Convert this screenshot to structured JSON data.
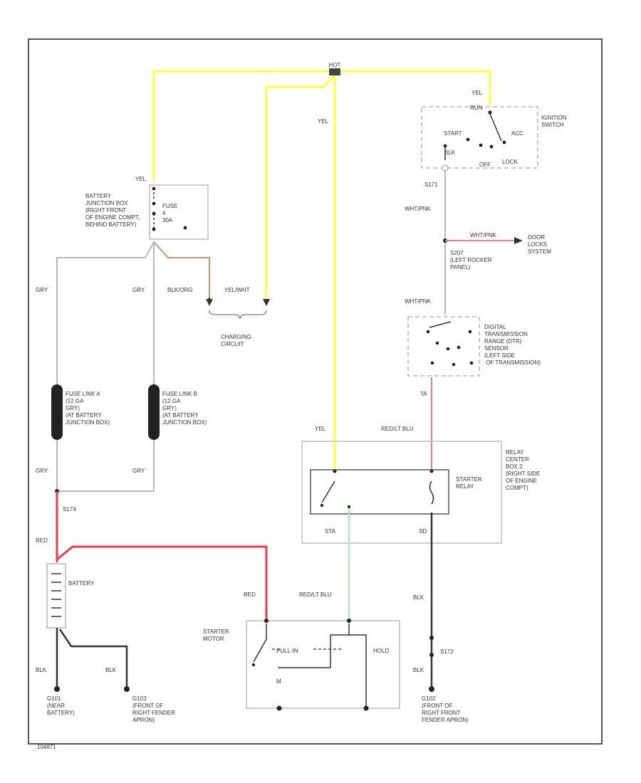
{
  "colors": {
    "yellow": "#ffff3a",
    "red": "#f2384a",
    "green": "#9ff09f",
    "brown": "#c8966e",
    "pink": "#f07a86",
    "gray": "#b8b8b8",
    "dark": "#333333"
  },
  "labels": {
    "hot": "HOT",
    "yel_top": "YEL",
    "yel_mid": "YEL",
    "yel_relay": "YEL",
    "yel_switch": "YEL",
    "ign_switch": "IGNITION\nSWITCH",
    "sw_run": "RUN",
    "sw_start": "START",
    "sw_acc": "ACC",
    "sw_off": "OFF",
    "sw_lock": "LOCK",
    "blk_sw": "BLK",
    "s171": "S171",
    "wht_pnk_1": "WHT/PNK",
    "wht_pnk_2": "WHT/PNK",
    "wht_pnk_3": "WHT/PNK",
    "door_locks": "DOOR\nLOCKS\nSYSTEM",
    "s207": "S207\n(LEFT ROCKER\nPANEL)",
    "dtr": "DIGITAL\nTRANSMISSION\nRANGE (DTR)\nSENSOR\n(LEFT SIDE\n OF TRANSMISSION)",
    "ta": "TA",
    "junction": "BATTERY\nJUNCTION BOX\n(RIGHT FRONT\nOF ENGINE COMPT,\nBEHIND BATTERY)",
    "fuse": "FUSE\n4\n30A",
    "gry_a": "GRY",
    "gry_b": "GRY",
    "gry_c": "GRY",
    "gry_d": "GRY",
    "blk_org": "BLK/ORG",
    "yel_wht": "YEL/WHT",
    "charging": "CHARGING\nCIRCUIT",
    "fuse_link_a": "FUSE LINK A\n(12 GA\nGRY)\n(AT BATTERY\nJUNCTION BOX)",
    "fuse_link_b": "FUSE LINK B\n(12 GA\nGRY)\n(AT BATTERY\nJUNCTION BOX)",
    "red_lt_blu_top": "RED/LT BLU",
    "red_lt_blu_bot": "RED/LT BLU",
    "relay_box": "RELAY\nCENTER\nBOX 2\n(RIGHT SIDE\nOF ENGINE\nCOMPT)",
    "starter_relay": "STARTER\nRELAY",
    "s174": "S174",
    "red_1": "RED",
    "red_2": "RED",
    "battery": "BATTERY",
    "sta": "STA",
    "sd": "SD",
    "blk_relay": "BLK",
    "starter_motor": "STARTER\nMOTOR",
    "pull_in": "PULL-IN",
    "hold": "HOLD",
    "m": "M",
    "blk_1": "BLK",
    "blk_2": "BLK",
    "blk_3": "BLK",
    "s172": "S172",
    "g101": "G101\n(NEAR\nBATTERY)",
    "g103": "G103\n(FRONT OF\nRIGHT FENDER\nAPRON)",
    "g102": "G102\n(FRONT OF\nRIGHT FRONT\nFENDER APRON)",
    "fig_id": "104871"
  }
}
